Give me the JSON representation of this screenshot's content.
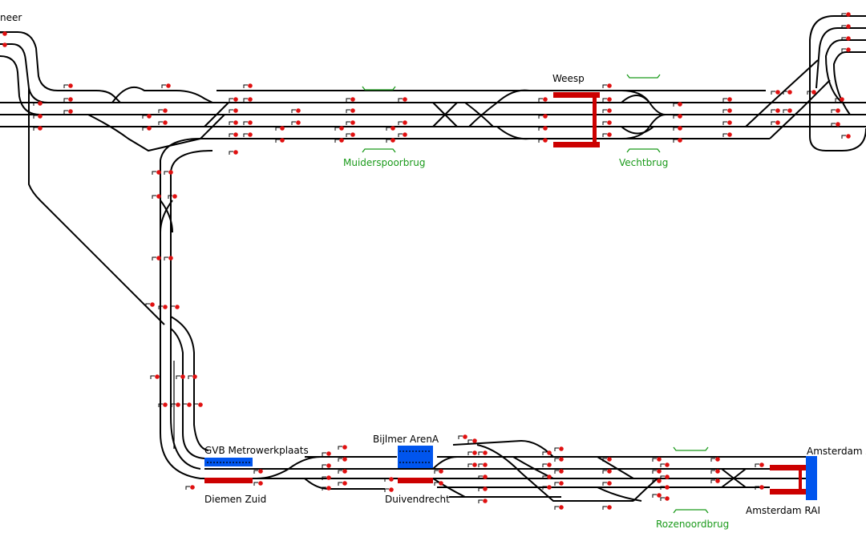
{
  "colors": {
    "track": "#000000",
    "signal": "#e01010",
    "platform": "#cc0000",
    "station_block": "#0055ee",
    "bridge": "#1a9a1a"
  },
  "labels": {
    "top_left_partial": "neer",
    "weesp": "Weesp",
    "muiderspoorbrug": "Muiderspoorbrug",
    "vechtbrug": "Vechtbrug",
    "gvb_metrowerkplaats": "GVB Metrowerkplaats",
    "diemen_zuid": "Diemen Zuid",
    "bijlmer_arena": "Bijlmer ArenA",
    "duivendrecht": "Duivendrecht",
    "rozenoordbrug": "Rozenoordbrug",
    "amsterdam_zuid_partial": "Amsterdam Z",
    "amsterdam_rai": "Amsterdam RAI"
  }
}
